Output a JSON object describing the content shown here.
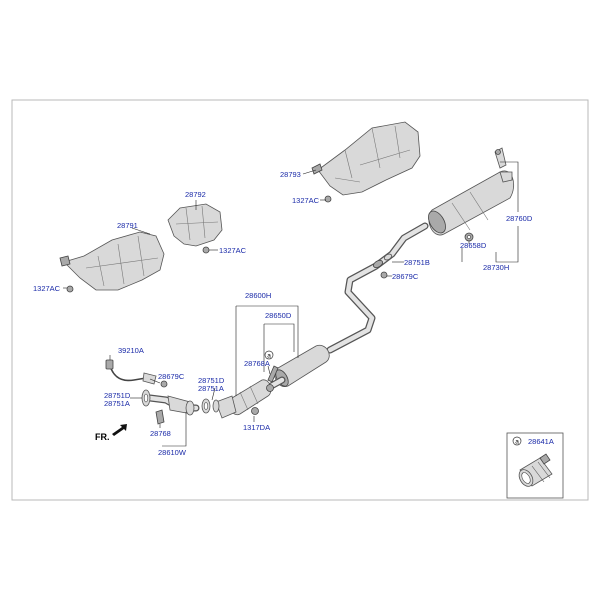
{
  "labels": {
    "l28793": "28793",
    "l1327ac_top": "1327AC",
    "l28760d": "28760D",
    "l28658d": "28658D",
    "l28730h": "28730H",
    "l28751b": "28751B",
    "l28679c_r": "28679C",
    "l28791": "28791",
    "l28792": "28792",
    "l1327ac_mid": "1327AC",
    "l1327ac_left": "1327AC",
    "l28600h": "28600H",
    "l28650d": "28650D",
    "l28768a": "28768A",
    "l39210a": "39210A",
    "l28679c_l": "28679C",
    "l28751d_l": "28751D",
    "l28751a_l": "28751A",
    "l28751d_m": "28751D",
    "l28751a_m": "28751A",
    "l28768": "28768",
    "l1317da": "1317DA",
    "l28610w": "28610W",
    "l28641a": "28641A",
    "fr": "FR.",
    "circle_a_main": "a",
    "circle_a_inset": "a"
  },
  "icons": [
    "heat-shield-icon",
    "muffler-icon",
    "catalytic-converter-icon",
    "oxygen-sensor-icon",
    "pipe-clamp-icon",
    "gasket-icon",
    "hanger-icon",
    "front-arrow-icon"
  ]
}
